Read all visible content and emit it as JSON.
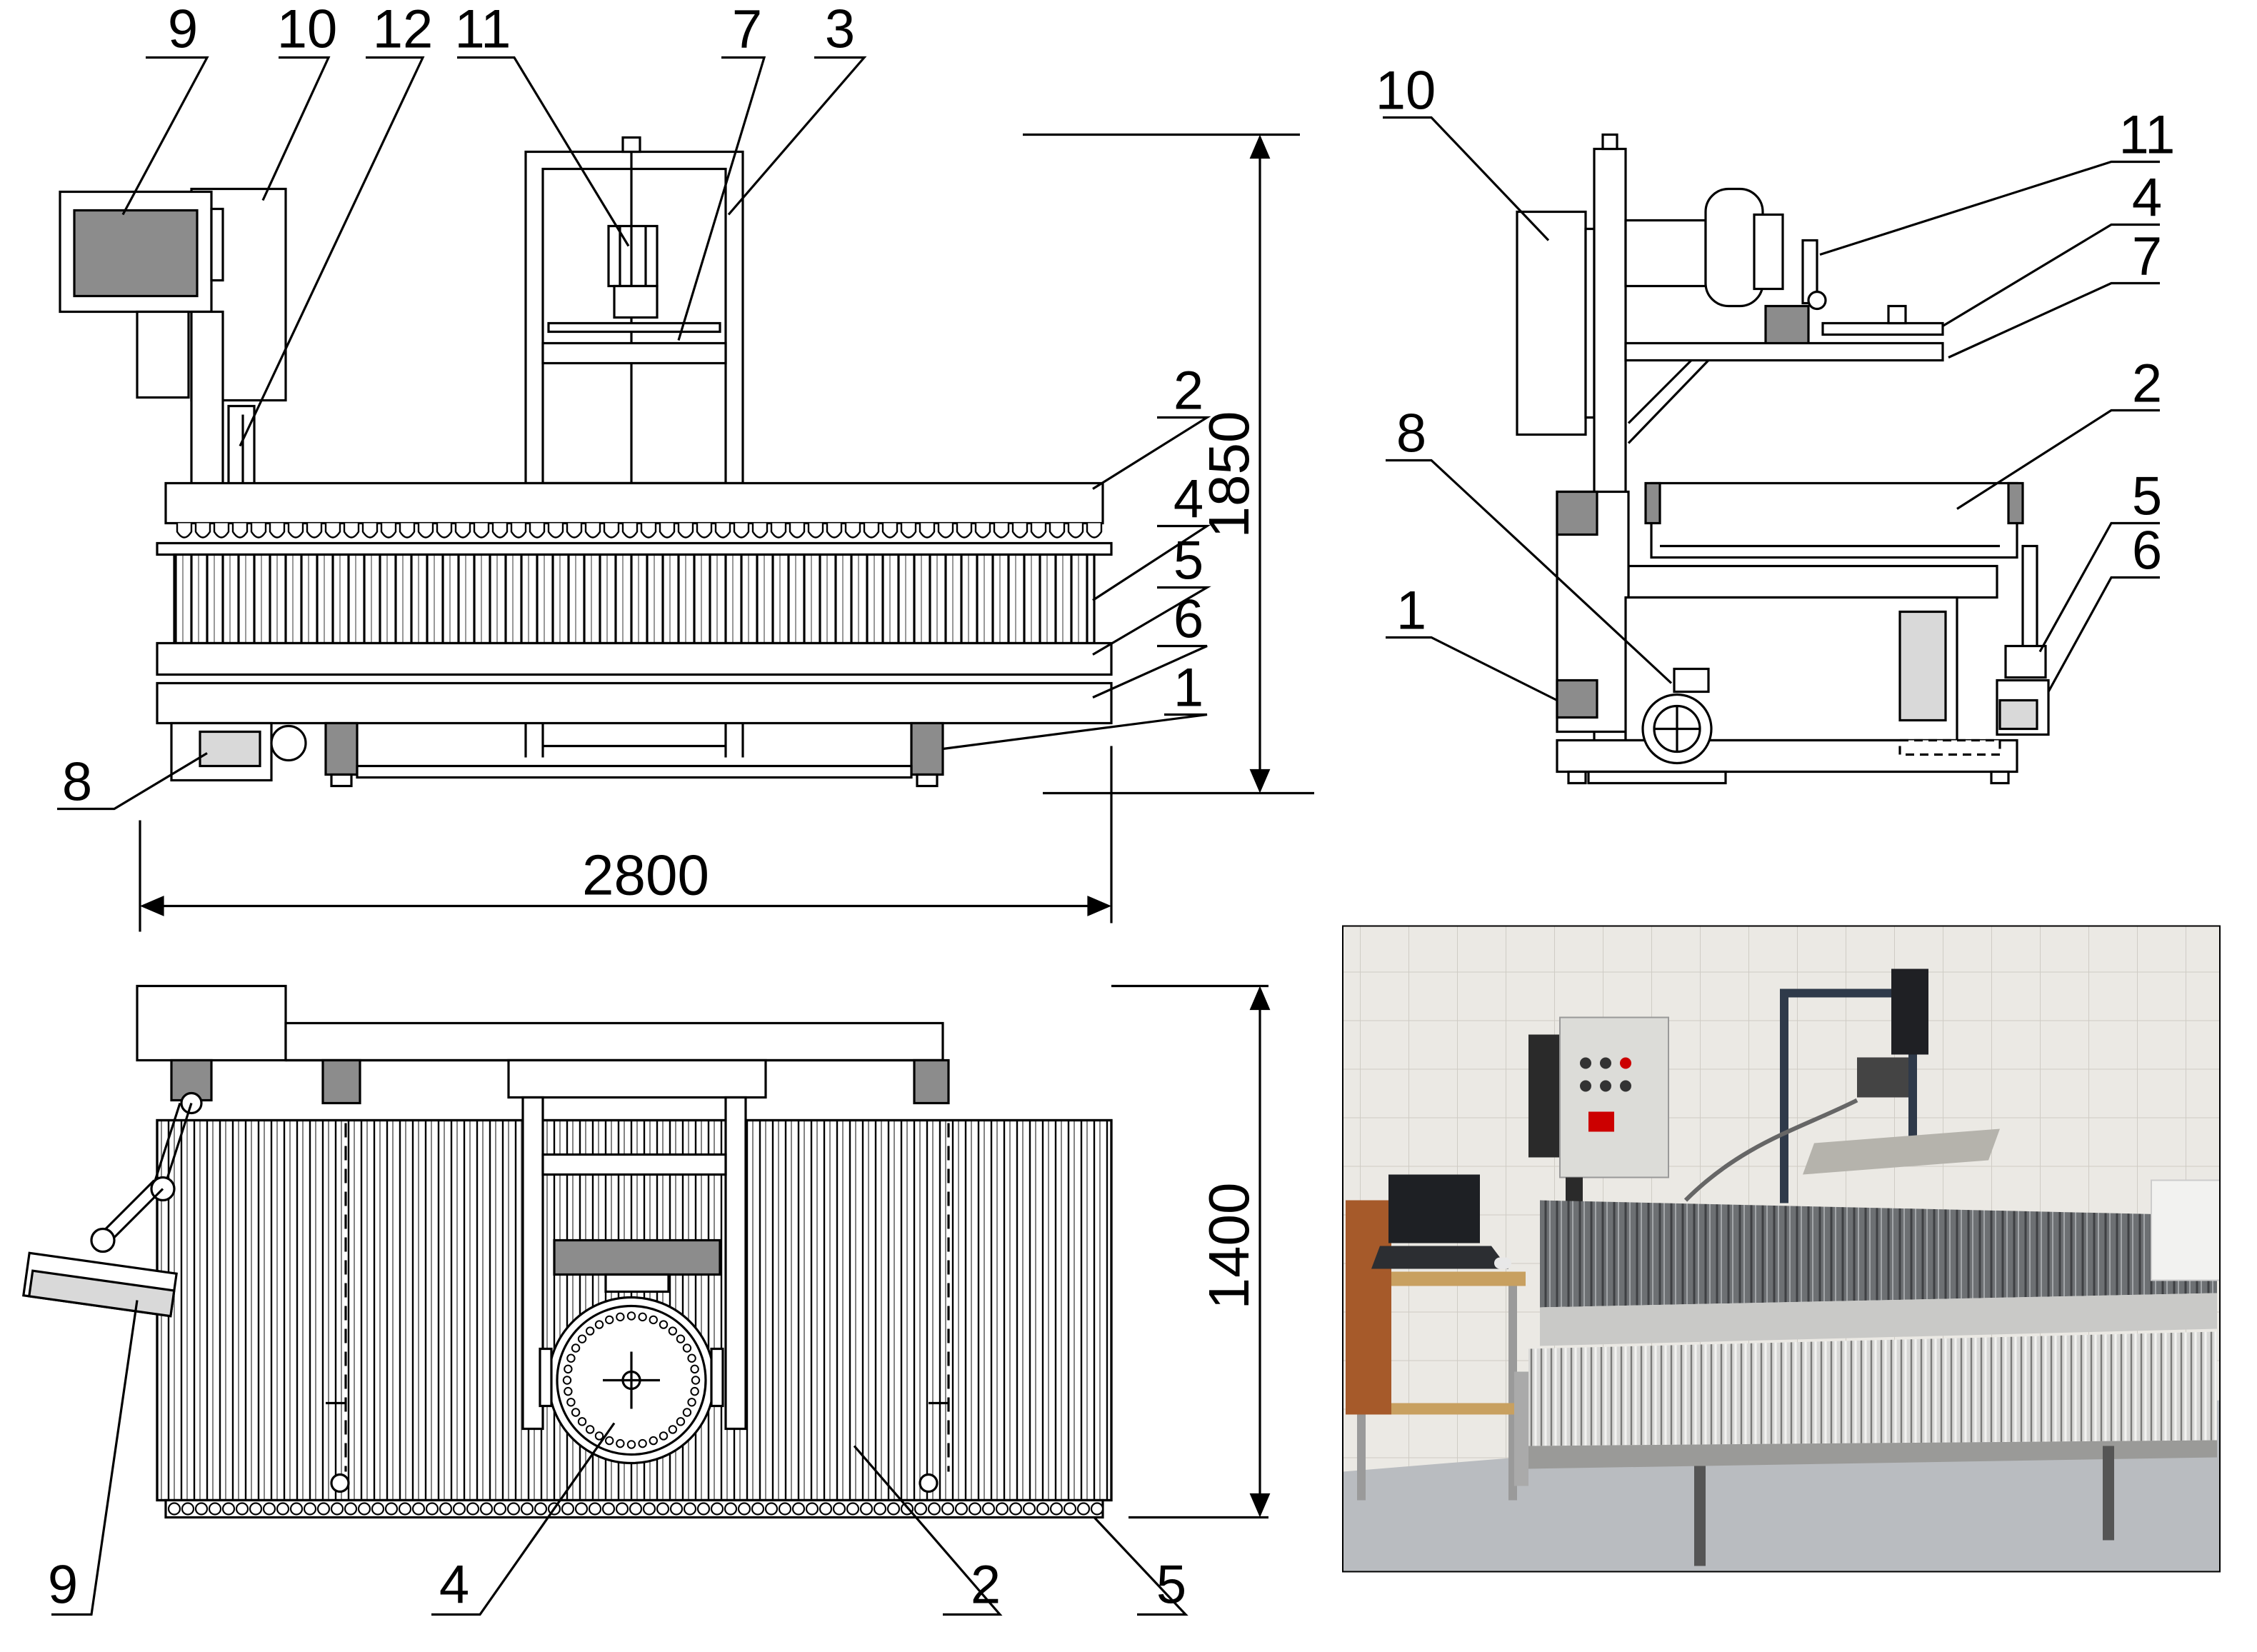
{
  "front_view": {
    "dimension_width": "2800",
    "dimension_height": "1850",
    "callouts": [
      "9",
      "10",
      "12",
      "11",
      "7",
      "3",
      "2",
      "4",
      "5",
      "6",
      "1",
      "8"
    ]
  },
  "side_view": {
    "callouts": [
      "10",
      "11",
      "4",
      "7",
      "2",
      "8",
      "5",
      "6",
      "1"
    ]
  },
  "top_view": {
    "dimension_depth": "1400",
    "callouts": [
      "9",
      "4",
      "2",
      "5"
    ]
  },
  "photo": {
    "description_name": "equipment-photo"
  },
  "colors": {
    "line": "#000000",
    "panel_gray": "#8c8c8c",
    "light_gray": "#d9d9d9",
    "photo_wall": "#e9e7e2",
    "photo_floor": "#b9bcc0"
  }
}
